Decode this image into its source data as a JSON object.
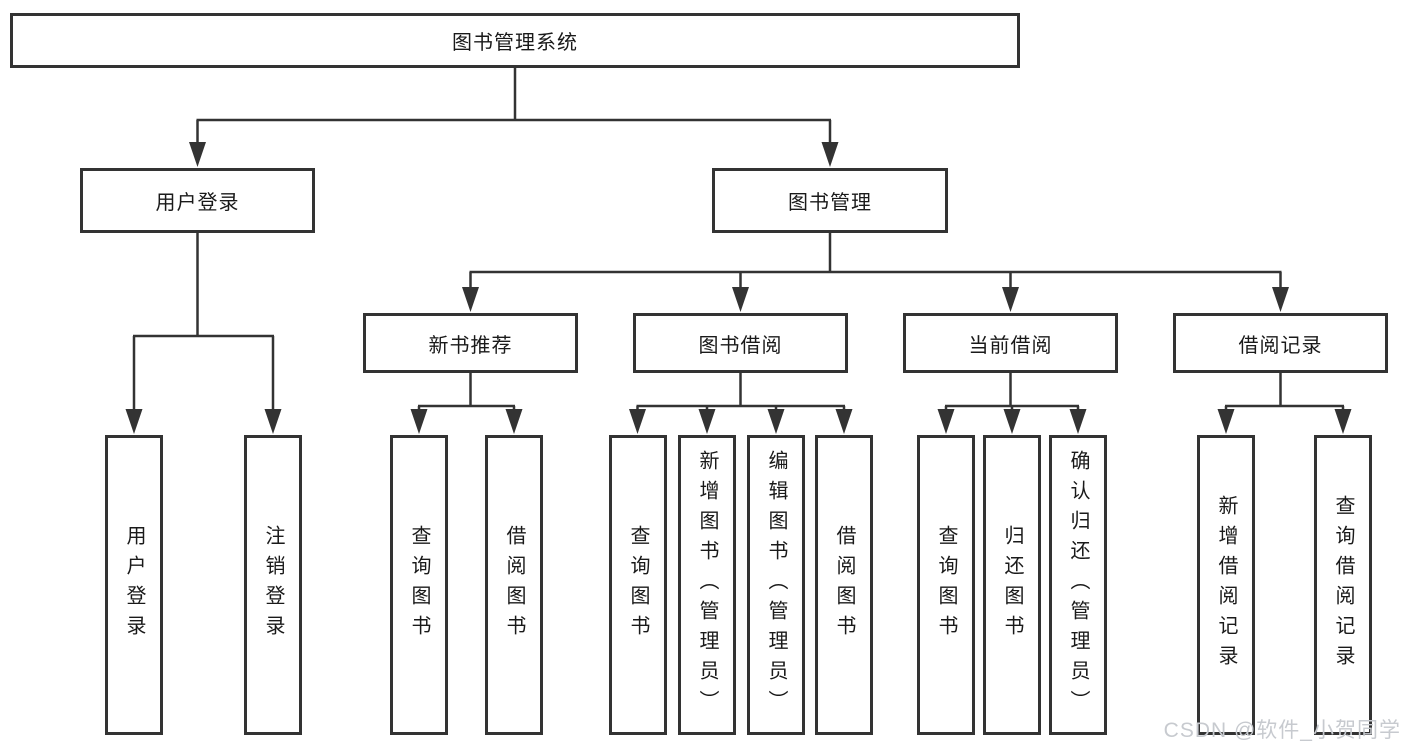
{
  "colors": {
    "line": "#333333",
    "box_border": "#333333",
    "text": "#1a1a1a",
    "background": "#ffffff",
    "watermark": "#c7cacf"
  },
  "watermark": {
    "text": "CSDN @软件_小贺同学"
  },
  "tree": {
    "label": "图书管理系统",
    "children": [
      {
        "label": "用户登录",
        "leaves": [
          "用户登录",
          "注销登录"
        ]
      },
      {
        "label": "图书管理",
        "children": [
          {
            "label": "新书推荐",
            "leaves": [
              "查询图书",
              "借阅图书"
            ]
          },
          {
            "label": "图书借阅",
            "leaves": [
              "查询图书",
              "新增图书（管理员）",
              "编辑图书（管理员）",
              "借阅图书"
            ]
          },
          {
            "label": "当前借阅",
            "leaves": [
              "查询图书",
              "归还图书",
              "确认归还（管理员）"
            ]
          },
          {
            "label": "借阅记录",
            "leaves": [
              "新增借阅记录",
              "查询借阅记录"
            ]
          }
        ]
      }
    ]
  }
}
